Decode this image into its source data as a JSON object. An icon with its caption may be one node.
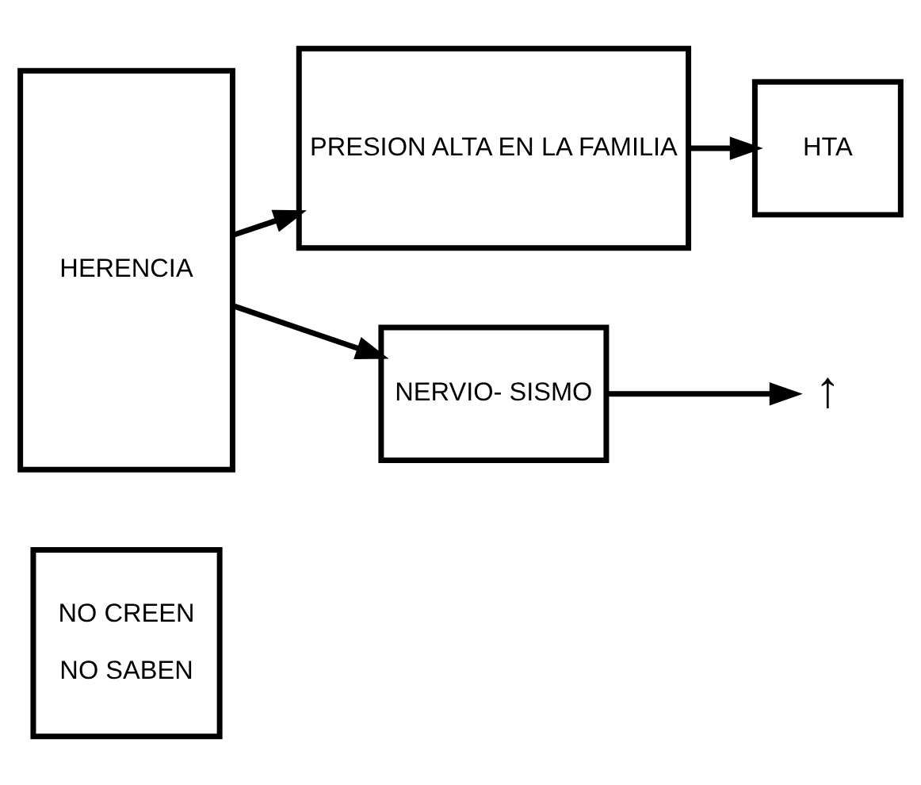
{
  "diagram": {
    "nodes": [
      {
        "text": [
          "HERENCIA"
        ]
      },
      {
        "text": [
          "PRESION ALTA EN LA FAMILIA"
        ]
      },
      {
        "text": [
          "HTA"
        ]
      },
      {
        "text": [
          "NERVIO- SISMO"
        ]
      },
      {
        "text": [
          "↑"
        ]
      },
      {
        "text": [
          "NO CREEN",
          "NO SABEN"
        ]
      }
    ],
    "edges": [
      {
        "from": 0,
        "to": 1,
        "arrow": "to"
      },
      {
        "from": 1,
        "to": 2,
        "arrow": "to"
      },
      {
        "from": 0,
        "to": 3,
        "arrow": "to"
      },
      {
        "from": 3,
        "to": 4,
        "arrow": "to"
      }
    ]
  }
}
